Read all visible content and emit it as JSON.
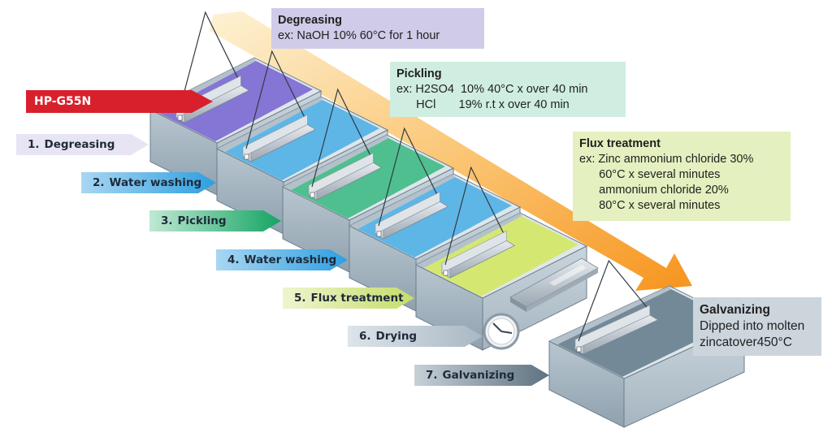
{
  "product_label": "HP-G55N",
  "steps": [
    {
      "num": "1.",
      "label": "Degreasing"
    },
    {
      "num": "2.",
      "label": "Water washing"
    },
    {
      "num": "3.",
      "label": "Pickling"
    },
    {
      "num": "4.",
      "label": "Water washing"
    },
    {
      "num": "5.",
      "label": "Flux treatment"
    },
    {
      "num": "6.",
      "label": "Drying"
    },
    {
      "num": "7.",
      "label": "Galvanizing"
    }
  ],
  "info": {
    "degreasing": {
      "title": "Degreasing",
      "lines": [
        "ex: NaOH 10% 60°C for 1 hour"
      ]
    },
    "pickling": {
      "title": "Pickling",
      "lines": [
        "ex: H2SO4  10% 40°C x over 40 min",
        "      HCl       19% r.t x over 40 min"
      ]
    },
    "flux": {
      "title": "Flux treatment",
      "lines": [
        "ex: Zinc ammonium chloride 30%",
        "      60°C x several minutes",
        "      ammonium chloride 20%",
        "      80°C x several minutes"
      ]
    },
    "galvanizing": {
      "title": "Galvanizing",
      "lines": [
        "Dipped into molten",
        "zincatover450°C"
      ]
    }
  },
  "colors": {
    "product_arrow": "#d8202c",
    "flow_arrow": "#f7941d",
    "step_degreasing": "#e7e5f3",
    "step_water": "#2e9fe0",
    "step_pickling": "#14a463",
    "step_flux": "#c5dc6a",
    "step_drying": "#b5c3cd",
    "step_galvanizing": "#5e7280",
    "box_degreasing": "#cfcbe8",
    "box_pickling": "#cfeee1",
    "box_flux": "#e4f0bf",
    "box_galvanizing": "#ccd5dc",
    "liquid_degreasing": "#7f6fd4",
    "liquid_water": "#56b3e6",
    "liquid_pickling": "#47bd8a",
    "liquid_flux": "#d3e86a",
    "liquid_zinc": "#6d8494"
  },
  "icons": [
    "clock-icon",
    "steel-beam-icon",
    "hanging-wire-icon"
  ]
}
